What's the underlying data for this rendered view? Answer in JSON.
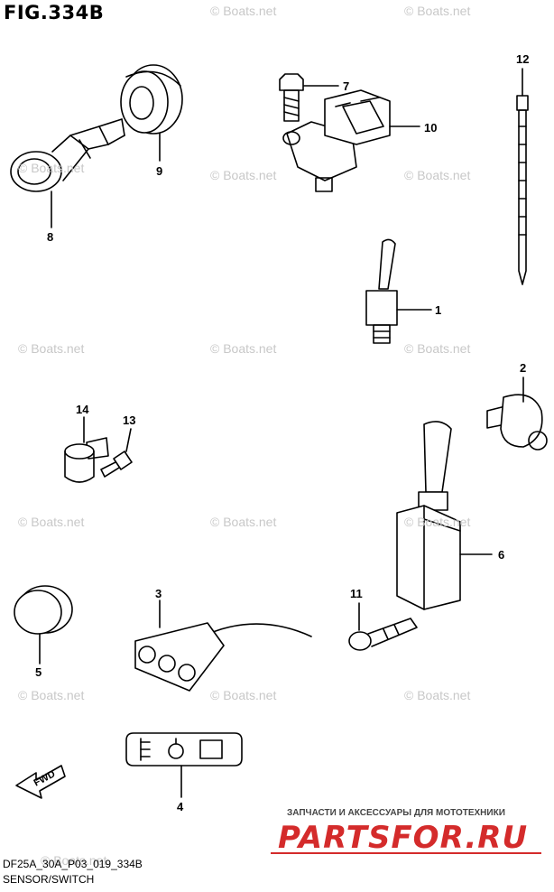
{
  "figure": {
    "title": "FIG.334B",
    "footer_code": "DF25A_30A_P03_019_334B",
    "footer_caption": "SENSOR/SWITCH"
  },
  "callouts": [
    "1",
    "2",
    "3",
    "4",
    "5",
    "6",
    "7",
    "8",
    "9",
    "10",
    "11",
    "12",
    "13",
    "14"
  ],
  "direction_label": "FWD",
  "watermark_text": "© Boats.net",
  "brand": {
    "tagline": "ЗАПЧАСТИ И АКСЕССУАРЫ ДЛЯ МОТОТЕХНИКИ",
    "name": "PARTSFOR.RU",
    "color": "#d42b2b"
  }
}
